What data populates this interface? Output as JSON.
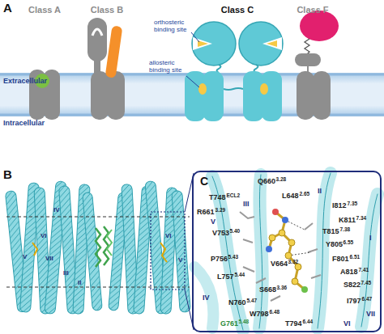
{
  "diagram": {
    "nodes": [
      {
        "text": [
          "Class A"
        ]
      },
      {
        "text": [
          "Class B"
        ]
      },
      {
        "text": [
          "Class C"
        ]
      },
      {
        "text": [
          "Class F"
        ]
      },
      {
        "text": [
          "C"
        ]
      }
    ],
    "labels": [
      "A",
      "orthosteric binding site",
      "allosteric binding site",
      "Extracellular",
      "Intracellular",
      "B",
      "IV",
      "VI",
      "V",
      "VII",
      "III",
      "II",
      "VI",
      "V",
      "Q660",
      "3.28",
      "L648",
      "2.65",
      "T748",
      "ECL2",
      "I812",
      "7.35",
      "R661",
      "3.29",
      "K811",
      "7.34",
      "T815",
      "7.38",
      "V753",
      "5.40",
      "Y805",
      "6.55",
      "F801",
      "6.51",
      "V664",
      "3.32",
      "A818",
      "7.41",
      "P756",
      "5.43",
      "L757",
      "5.44",
      "S822",
      "7.45",
      "S668",
      "3.36",
      "I797",
      "6.47",
      "N760",
      "5.47",
      "W798",
      "6.48",
      "T794",
      "6.44",
      "G761",
      "5.48",
      "II",
      "III",
      "V",
      "I",
      "IV",
      "VI",
      "VII"
    ]
  }
}
